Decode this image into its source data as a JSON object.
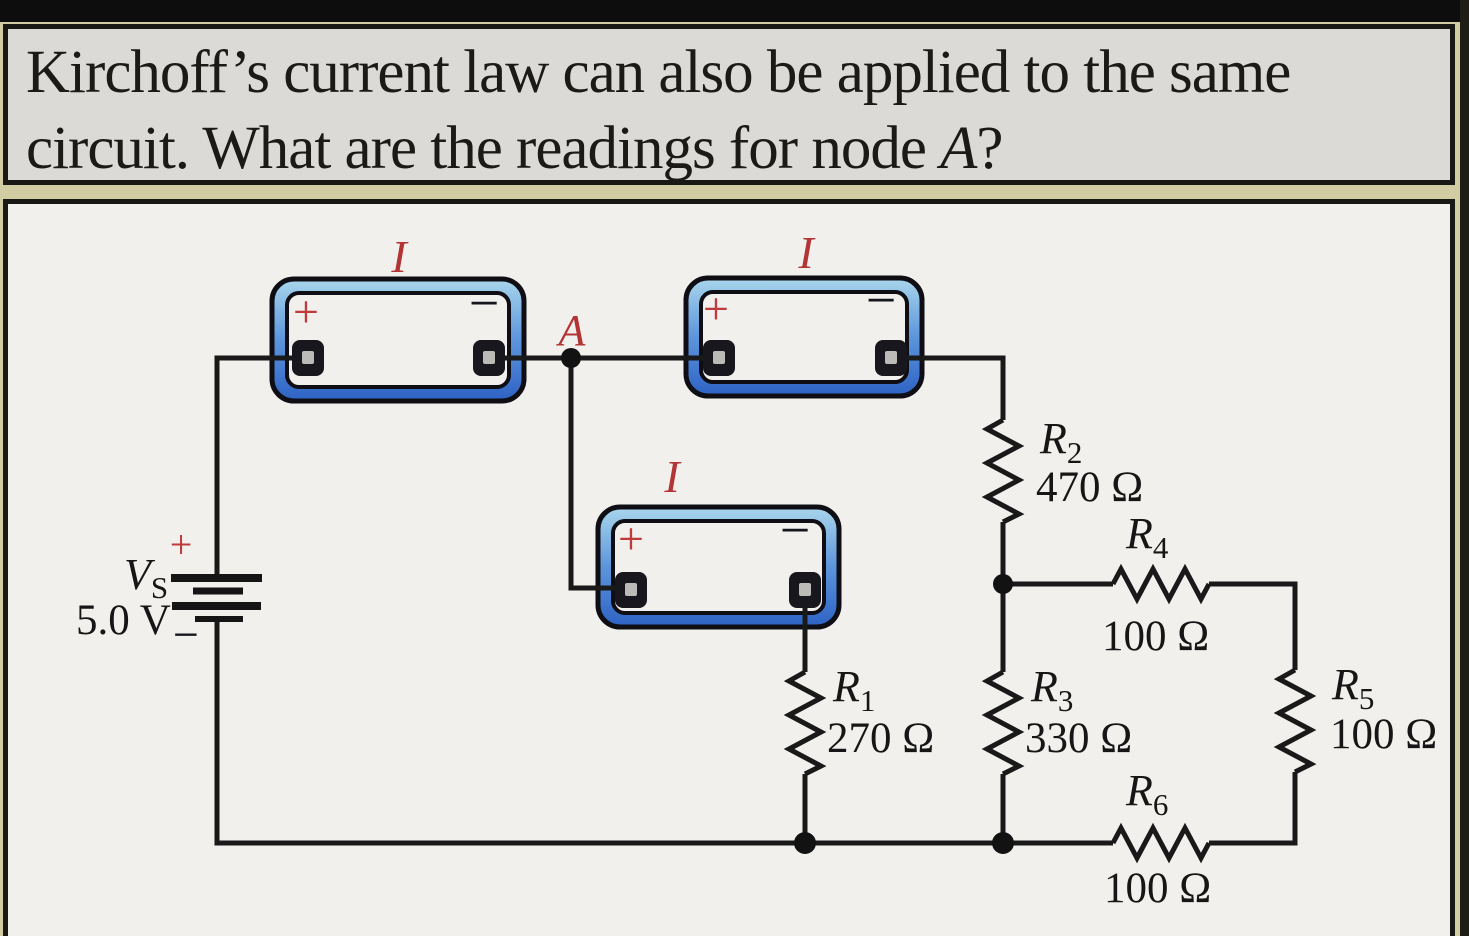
{
  "title": {
    "line1": "Kirchoff’s current law can also be applied to the same",
    "line2_prefix": "circuit. What are the readings for node ",
    "node_ref": "A",
    "line2_suffix": "?"
  },
  "circuit": {
    "battery": {
      "plus": "+",
      "label": "V",
      "label_sub": "S",
      "value": "5.0 V",
      "minus": "−"
    },
    "node_a_label": "A",
    "ammeters": [
      {
        "label": "I",
        "plus": "+",
        "minus": "−"
      },
      {
        "label": "I",
        "plus": "+",
        "minus": "−"
      },
      {
        "label": "I",
        "plus": "+",
        "minus": "−"
      }
    ],
    "resistors": [
      {
        "name": "R",
        "sub": "1",
        "value": "270 Ω"
      },
      {
        "name": "R",
        "sub": "2",
        "value": "470 Ω"
      },
      {
        "name": "R",
        "sub": "3",
        "value": "330 Ω"
      },
      {
        "name": "R",
        "sub": "4",
        "value": "100 Ω"
      },
      {
        "name": "R",
        "sub": "5",
        "value": "100 Ω"
      },
      {
        "name": "R",
        "sub": "6",
        "value": "100 Ω"
      }
    ],
    "colors": {
      "label_red": "#b23434",
      "meter_blue": "#3b76d2",
      "wire_black": "#191919",
      "page_beige": "#d2cca2",
      "panel_gray": "#dbdad6",
      "diagram_bg": "#f1f0ed"
    }
  }
}
